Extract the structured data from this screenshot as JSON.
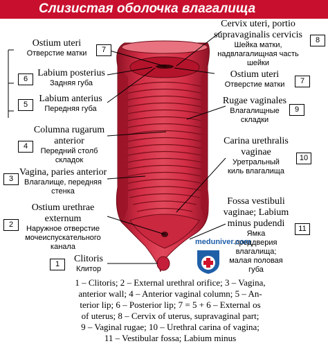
{
  "title": "Слизистая оболочка влагалища",
  "labels": {
    "l7_top": {
      "num": "7",
      "lat": "Ostium uteri",
      "rus": "Отверстие матки"
    },
    "l6": {
      "num": "6",
      "lat": "Labium posterius",
      "rus": "Задняя губа"
    },
    "l5": {
      "num": "5",
      "lat": "Labium anterius",
      "rus": "Передняя губа"
    },
    "l4": {
      "num": "4",
      "lat1": "Columna rugarum",
      "lat2": "anterior",
      "rus1": "Передний столб",
      "rus2": "складок"
    },
    "l3": {
      "num": "3",
      "lat": "Vagina, paries anterior",
      "rus1": "Влагалище, передняя",
      "rus2": "стенка"
    },
    "l2": {
      "num": "2",
      "lat1": "Ostium urethrae",
      "lat2": "externum",
      "rus1": "Наружное отверстие",
      "rus2": "мочеиспускательного",
      "rus3": "канала"
    },
    "l1": {
      "num": "1",
      "lat": "Clitoris",
      "rus": "Клитор"
    },
    "l8": {
      "num": "8",
      "lat1": "Cervix uteri, portio",
      "lat2": "supravaginalis cervicis",
      "rus1": "Шейка матки,",
      "rus2": "надвлагалищная часть",
      "rus3": "шейки"
    },
    "l7_right": {
      "num": "7",
      "lat": "Ostium uteri",
      "rus": "Отверстие матки"
    },
    "l9": {
      "num": "9",
      "lat": "Rugae vaginales",
      "rus1": "Влагалищные",
      "rus2": "складки"
    },
    "l10": {
      "num": "10",
      "lat1": "Carina urethralis",
      "lat2": "vaginae",
      "rus1": "Уретральный",
      "rus2": "киль влагалища"
    },
    "l11": {
      "num": "11",
      "lat1": "Fossa vestibuli",
      "lat2": "vaginae; Labium",
      "lat3": "minus pudendi",
      "rus1": "Ямка",
      "rus2": "преддверия",
      "rus3": "влагалища;",
      "rus4": "малая половая",
      "rus5": "губа"
    }
  },
  "legend": [
    "1 – Clitoris; 2 – External urethral orifice; 3 – Vagina,",
    "anterior wall; 4 – Anterior vaginal column; 5 – An-",
    "terior lip; 6 – Posterior lip; 7 = 5 + 6 – External os",
    "of uterus; 8 – Cervix of uterus, supravaginal part;",
    "9 – Vaginal rugae; 10 – Urethral carina of vagina;",
    "11 – Vestibular fossa; Labium minus"
  ],
  "watermark": "meduniver.com",
  "colors": {
    "title_bar": "#c8102e",
    "tissue": "#c41e3a",
    "tissue_dark": "#7a0f1c",
    "tissue_light": "#e0505e"
  }
}
